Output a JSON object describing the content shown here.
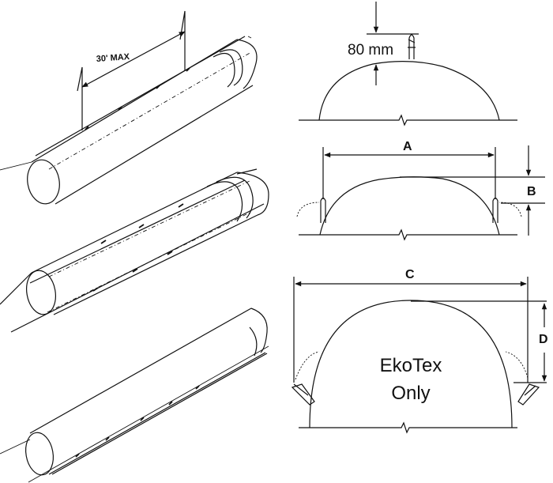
{
  "labels": {
    "spacing": "30' MAX",
    "clearance": "80 mm",
    "dim_a": "A",
    "dim_b": "B",
    "dim_c": "C",
    "dim_d": "D",
    "note_line1": "EkoTex",
    "note_line2": "Only"
  },
  "colors": {
    "ink": "#111111",
    "background": "#ffffff"
  }
}
